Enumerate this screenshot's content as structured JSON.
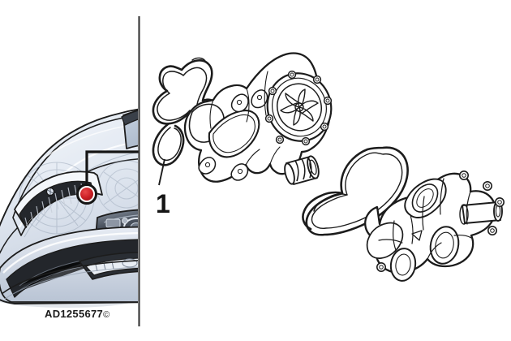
{
  "figure": {
    "caption": "AD1255677",
    "copyright_symbol": "©",
    "divider_label": "panel-divider",
    "callout": {
      "number": "1",
      "target": "water-pump-gasket",
      "marker_color": "#cc2026",
      "marker_ring_color": "#1a1a1a",
      "leader_color": "#1a1a1a"
    },
    "vehicle": {
      "name": "skoda-front-three-quarter",
      "body_color": "#dbe2ec",
      "body_shadow": "#b9c4d2",
      "glass_color": "#cdd7e3",
      "grille_color": "#2b2e33",
      "trim_color": "#f2f5f9",
      "outline_color": "#1a1a1a"
    },
    "parts": [
      {
        "id": 1,
        "name": "water-pump-gasket",
        "label": "1",
        "type": "seal"
      },
      {
        "id": 2,
        "name": "water-pump-housing",
        "label": "",
        "type": "housing"
      },
      {
        "id": 3,
        "name": "ribbed-connector-pipe",
        "label": "",
        "type": "pipe"
      },
      {
        "id": 4,
        "name": "thermostat-housing-gasket",
        "label": "",
        "type": "seal"
      },
      {
        "id": 5,
        "name": "thermostat-housing",
        "label": "",
        "type": "housing"
      }
    ]
  }
}
